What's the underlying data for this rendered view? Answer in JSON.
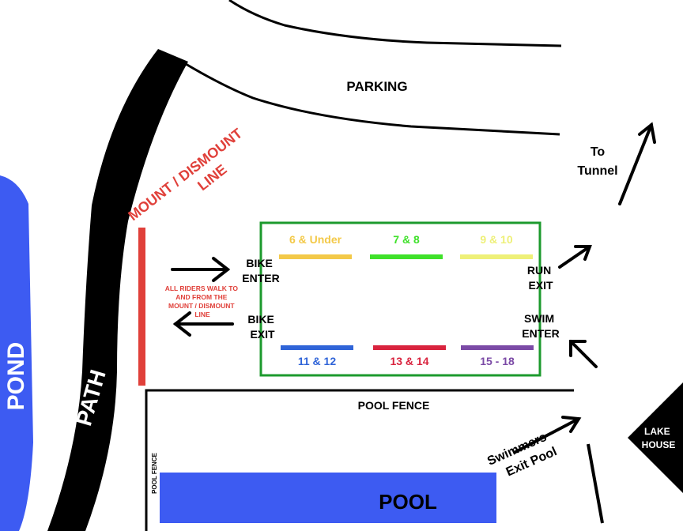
{
  "labels": {
    "parking": "PARKING",
    "to": "To",
    "tunnel": "Tunnel",
    "mount_line_1": "MOUNT / DISMOUNT",
    "mount_line_2": "LINE",
    "pond": "POND",
    "path": "PATH",
    "bike_enter_1": "BIKE",
    "bike_enter_2": "ENTER",
    "bike_exit_1": "BIKE",
    "bike_exit_2": "EXIT",
    "run_exit_1": "RUN",
    "run_exit_2": "EXIT",
    "swim_enter_1": "SWIM",
    "swim_enter_2": "ENTER",
    "walk_note_1": "ALL RIDERS WALK TO",
    "walk_note_2": "AND FROM THE",
    "walk_note_3": "MOUNT / DISMOUNT",
    "walk_note_4": "LINE",
    "pool_fence_horizontal": "POOL FENCE",
    "pool_fence_vertical": "POOL FENCE",
    "pool": "POOL",
    "swimmers_1": "Swimmers",
    "swimmers_2": "Exit Pool",
    "lake_1": "LAKE",
    "lake_2": "HOUSE"
  },
  "age_groups": {
    "top": [
      {
        "label": "6 & Under",
        "color": "#f3c948"
      },
      {
        "label": "7 & 8",
        "color": "#3fe12a"
      },
      {
        "label": "9 & 10",
        "color": "#eef078"
      }
    ],
    "bottom": [
      {
        "label": "11 & 12",
        "color": "#2f64d8"
      },
      {
        "label": "13 & 14",
        "color": "#d9233e"
      },
      {
        "label": "15 - 18",
        "color": "#7b4aa6"
      }
    ]
  },
  "colors": {
    "pond": "#3d5bf2",
    "pool": "#3d5bf2",
    "path": "#000000",
    "transition_box": "#1c9a2d",
    "mount_line": "#e0403a",
    "mount_text": "#e0403a"
  }
}
